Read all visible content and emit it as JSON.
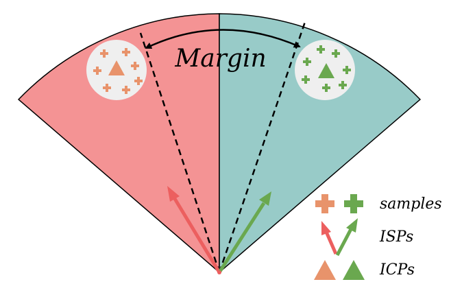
{
  "diagram": {
    "margin_label": "Margin",
    "colors": {
      "left_sector": "#f49394",
      "right_sector": "#98cbc8",
      "orange": "#e8936b",
      "green": "#6aa84f",
      "red_arrow": "#ec5f5f",
      "cluster_bg": "#efefef"
    },
    "legend": {
      "samples_label": "samples",
      "isps_label": "ISPs",
      "icps_label": "ICPs"
    }
  }
}
